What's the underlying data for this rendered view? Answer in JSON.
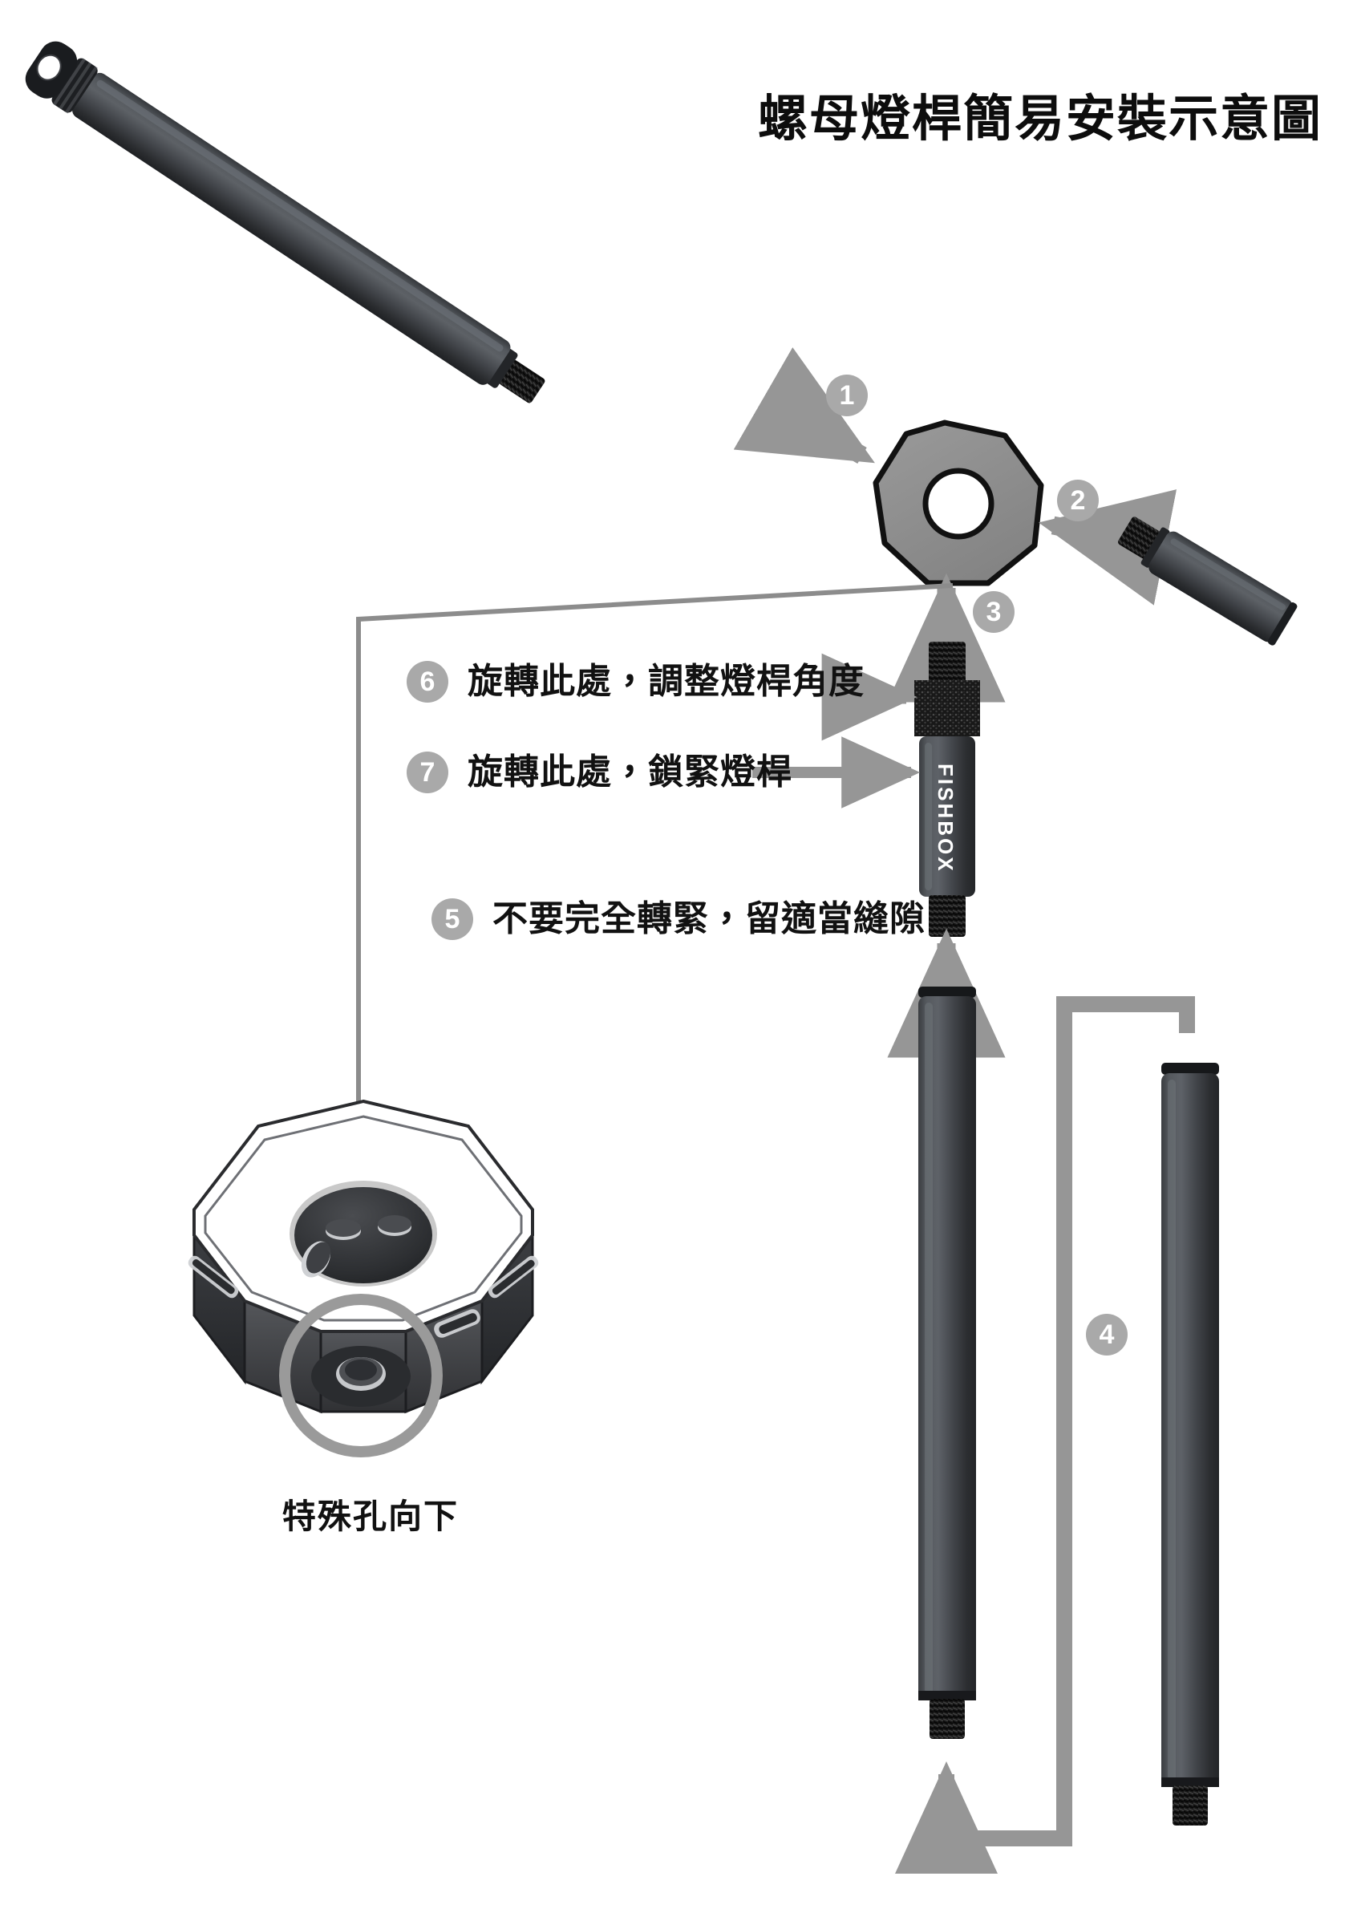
{
  "title": "螺母燈桿簡易安裝示意圖",
  "caption_special_hole": "特殊孔向下",
  "component_label": "FISHBOX",
  "steps": [
    {
      "num": "1",
      "text": ""
    },
    {
      "num": "2",
      "text": ""
    },
    {
      "num": "3",
      "text": ""
    },
    {
      "num": "4",
      "text": ""
    },
    {
      "num": "5",
      "text": "不要完全轉緊，留適當縫隙"
    },
    {
      "num": "6",
      "text": "旋轉此處，調整燈桿角度"
    },
    {
      "num": "7",
      "text": "旋轉此處，鎖緊燈桿"
    }
  ],
  "colors": {
    "arrow_gray": "#969696",
    "badge_gray": "#a9a9a9",
    "nut_fill": "#8f8f8f",
    "nut_stroke": "#111111",
    "pole_dark": "#2e3033",
    "pole_mid": "#45484c",
    "pole_light": "#5d6166",
    "thread_black": "#141414",
    "leader_gray": "#8c8c8c",
    "background": "#ffffff",
    "text": "#111111"
  },
  "icons": {
    "step1": "arrow-diagonal-down-right-icon",
    "step2": "arrow-left-icon",
    "step3": "arrow-up-icon",
    "step4": "arrow-wrap-up-icon",
    "step5": "arrow-up-icon",
    "step6": "arrow-right-icon",
    "step7": "arrow-right-icon",
    "callout": "callout-leader-line-icon",
    "highlight": "highlight-ring-icon"
  }
}
